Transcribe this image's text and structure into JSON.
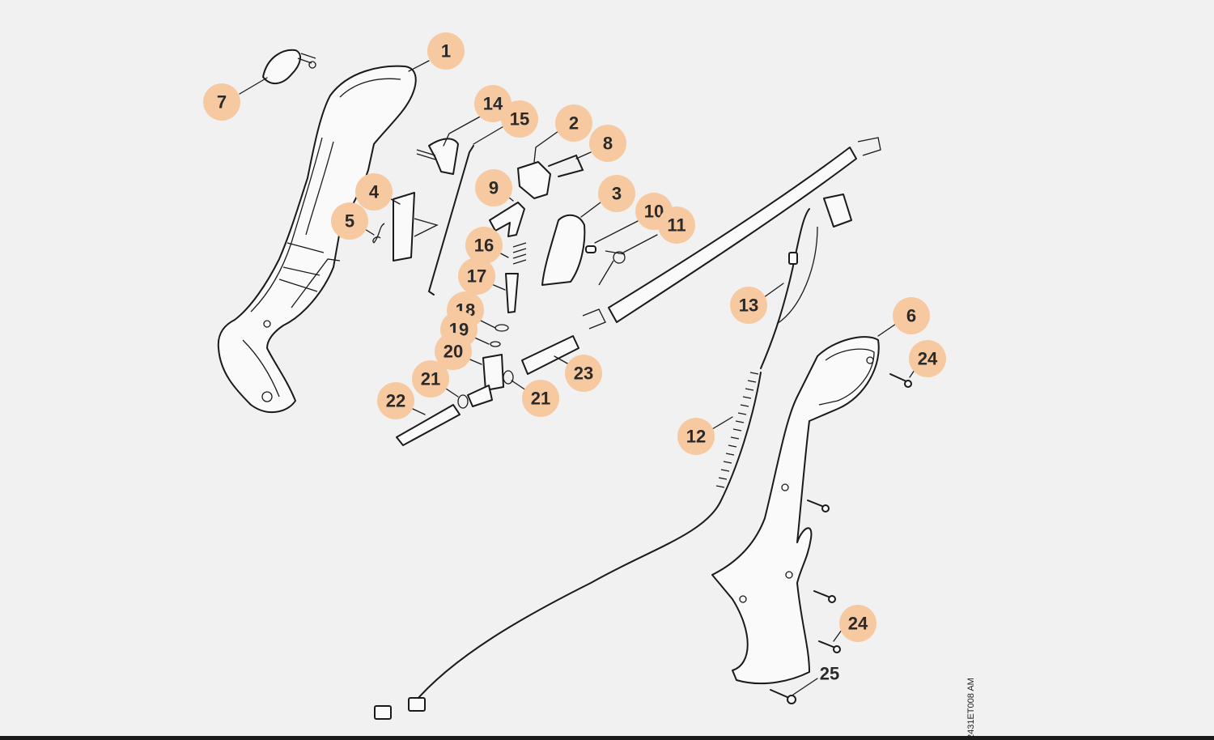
{
  "diagram": {
    "drawing_ref": "2431ET008 AM",
    "callout_color": "#f7c9a0",
    "line_color": "#1a1a1a",
    "background": "#f1f1f1",
    "callouts": [
      {
        "id": "c1",
        "label": "1",
        "highlighted": true
      },
      {
        "id": "c2",
        "label": "2",
        "highlighted": true
      },
      {
        "id": "c3",
        "label": "3",
        "highlighted": true
      },
      {
        "id": "c4",
        "label": "4",
        "highlighted": true
      },
      {
        "id": "c5",
        "label": "5",
        "highlighted": true
      },
      {
        "id": "c6",
        "label": "6",
        "highlighted": true
      },
      {
        "id": "c7",
        "label": "7",
        "highlighted": true
      },
      {
        "id": "c8",
        "label": "8",
        "highlighted": true
      },
      {
        "id": "c9",
        "label": "9",
        "highlighted": true
      },
      {
        "id": "c10",
        "label": "10",
        "highlighted": true
      },
      {
        "id": "c11",
        "label": "11",
        "highlighted": true
      },
      {
        "id": "c12",
        "label": "12",
        "highlighted": true
      },
      {
        "id": "c13",
        "label": "13",
        "highlighted": true
      },
      {
        "id": "c14",
        "label": "14",
        "highlighted": true
      },
      {
        "id": "c15",
        "label": "15",
        "highlighted": true
      },
      {
        "id": "c16",
        "label": "16",
        "highlighted": true
      },
      {
        "id": "c17",
        "label": "17",
        "highlighted": true
      },
      {
        "id": "c18",
        "label": "18",
        "highlighted": true
      },
      {
        "id": "c19",
        "label": "19",
        "highlighted": true
      },
      {
        "id": "c20",
        "label": "20",
        "highlighted": true
      },
      {
        "id": "c21a",
        "label": "21",
        "highlighted": true
      },
      {
        "id": "c21b",
        "label": "21",
        "highlighted": true
      },
      {
        "id": "c22",
        "label": "22",
        "highlighted": true
      },
      {
        "id": "c23",
        "label": "23",
        "highlighted": true
      },
      {
        "id": "c24a",
        "label": "24",
        "highlighted": true
      },
      {
        "id": "c24b",
        "label": "24",
        "highlighted": true
      },
      {
        "id": "c25",
        "label": "25",
        "highlighted": false
      }
    ]
  }
}
